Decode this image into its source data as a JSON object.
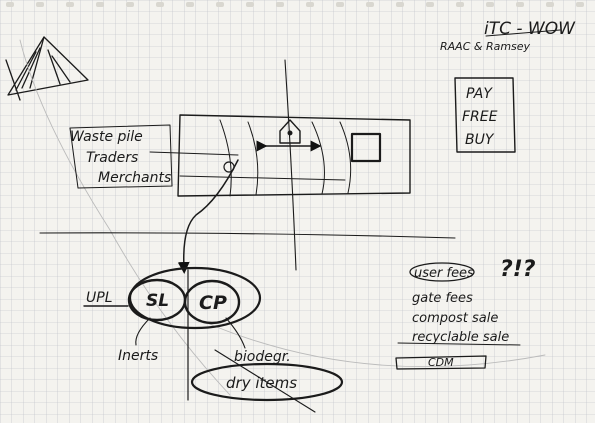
{
  "header": {
    "title": "iTC - WOW",
    "names": "RAAC & Ramsey"
  },
  "box_options": [
    "PAY",
    "FREE",
    "BUY"
  ],
  "waste_sources": [
    "Waste pile",
    "Traders",
    "Merchants"
  ],
  "upl_label": "UPL",
  "circles": {
    "left": "SL",
    "right": "CP"
  },
  "bottom_labels": {
    "inerts": "Inerts",
    "biodeg": "biodegr.",
    "dry_items": "dry items"
  },
  "fees_title": "user fees",
  "fees_marks": "?!?",
  "fees": [
    "gate fees",
    "compost sale",
    "recyclable sale"
  ],
  "cdm_label": "CDM"
}
